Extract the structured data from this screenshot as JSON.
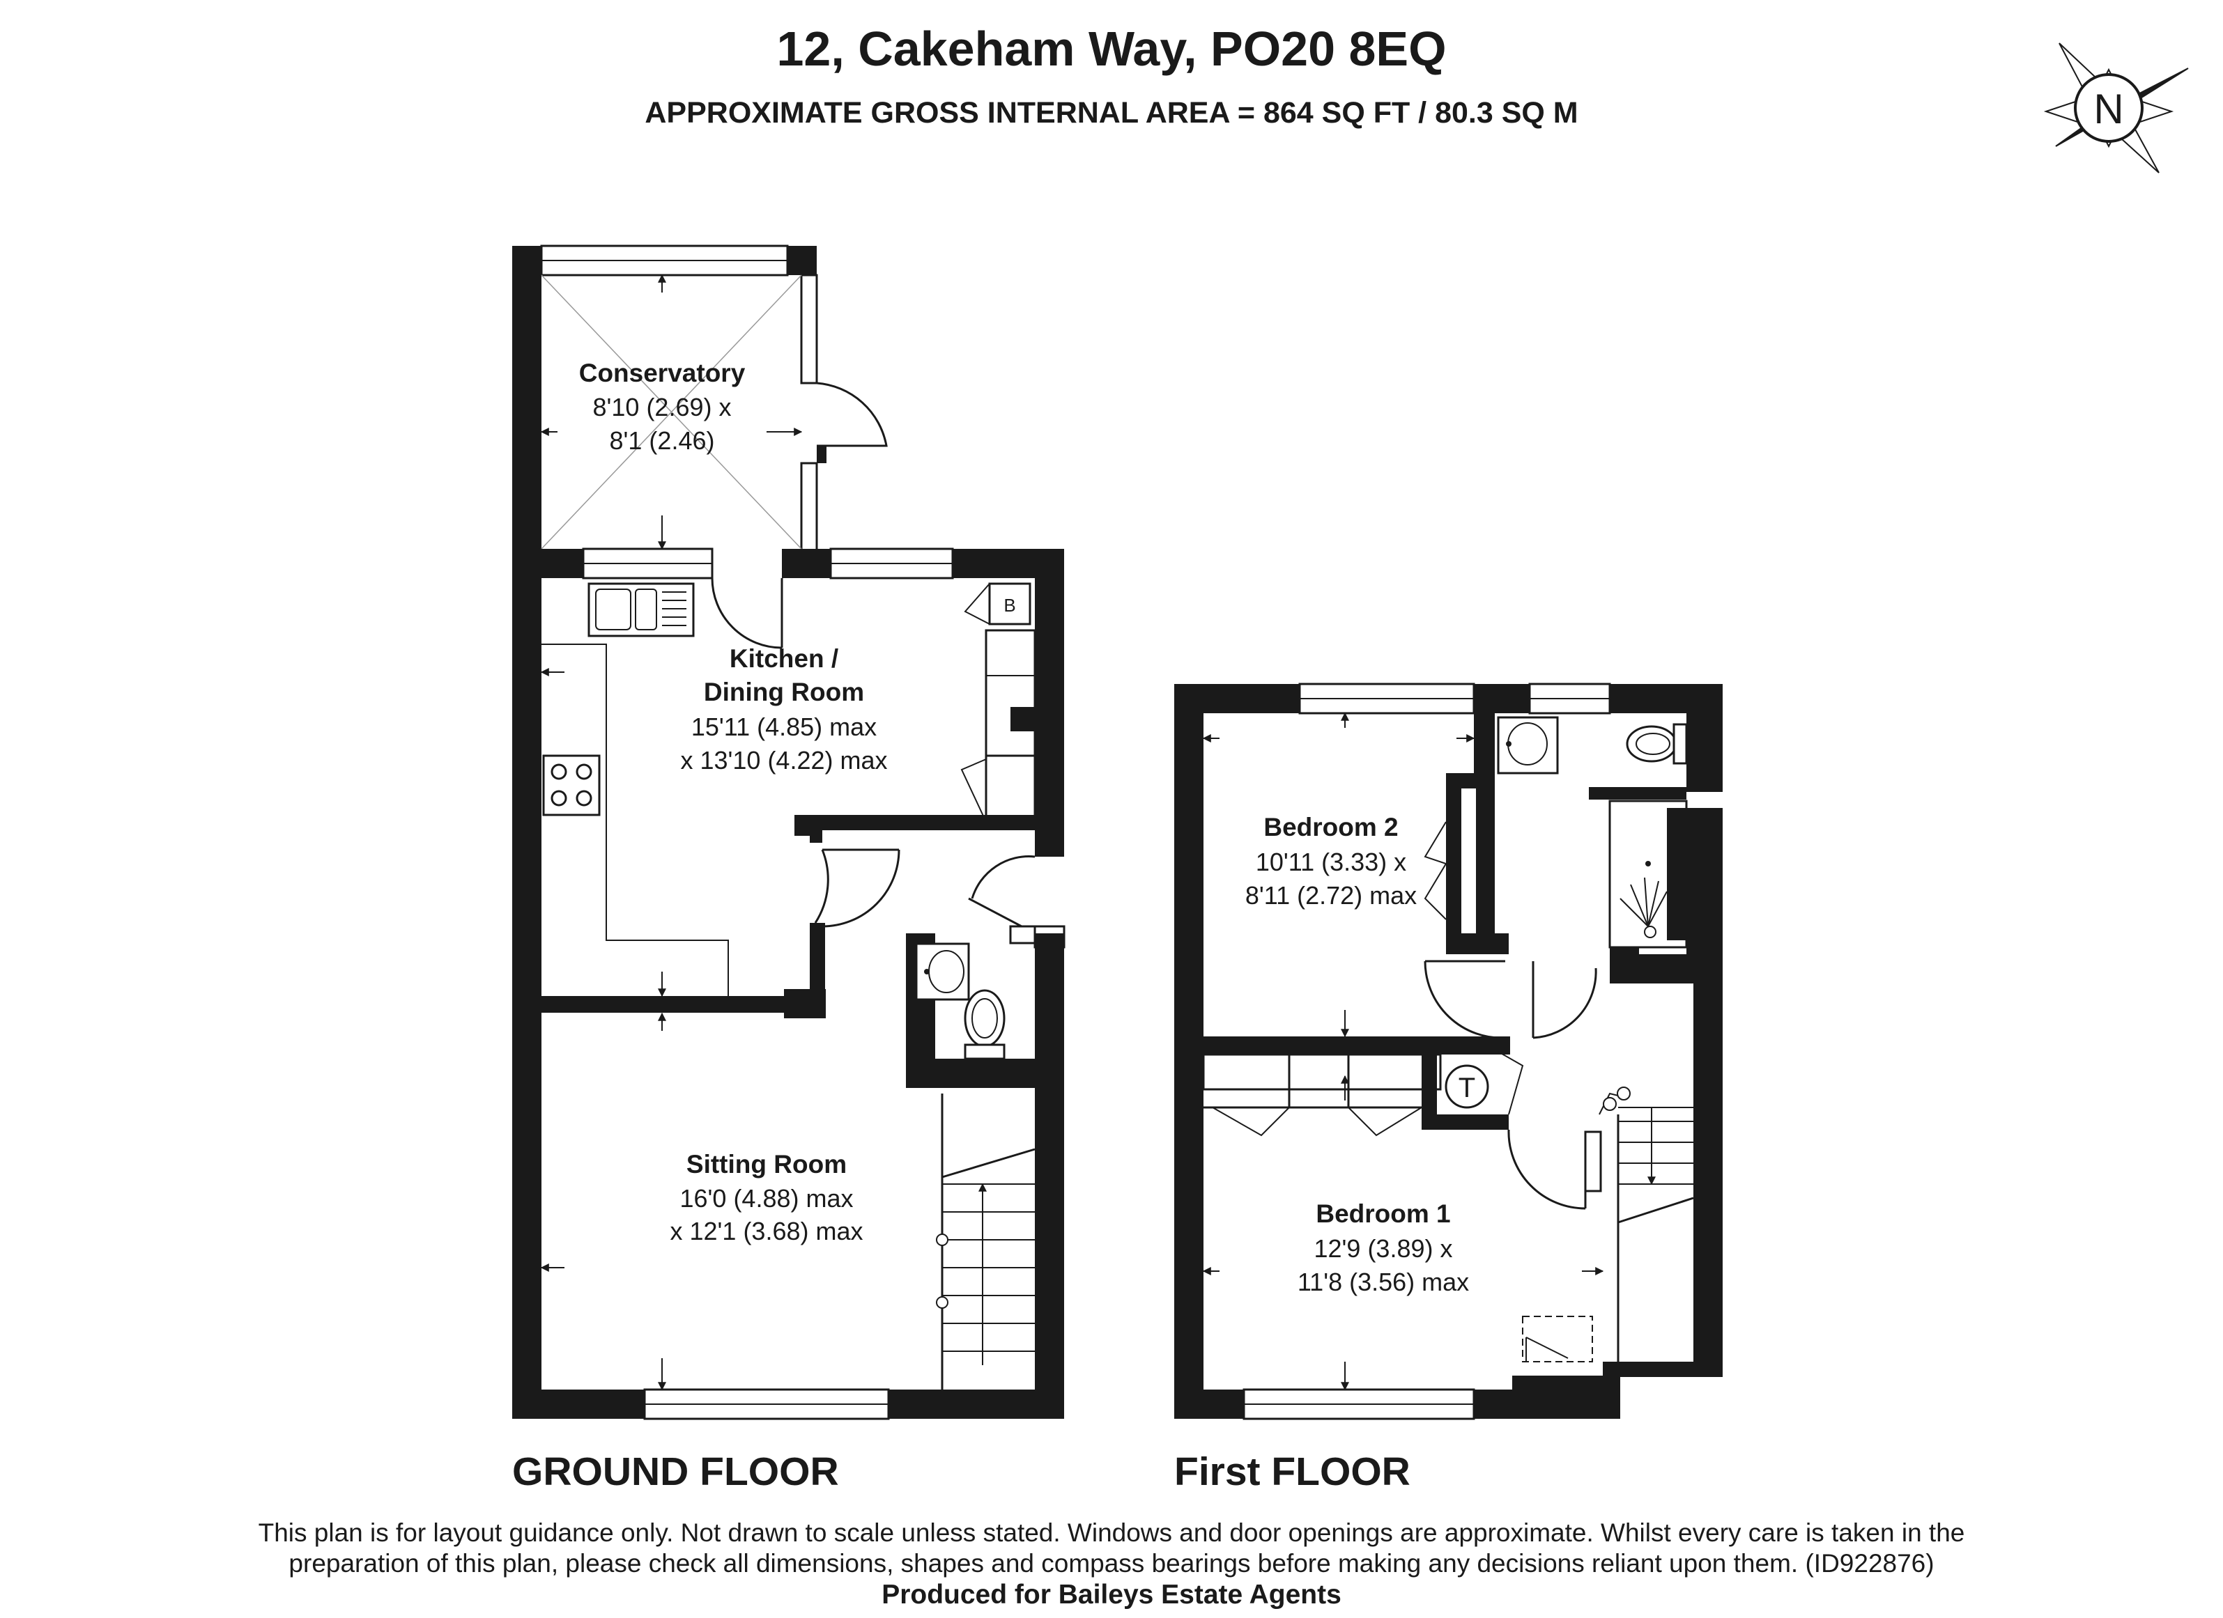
{
  "header": {
    "address": "12, Cakeham Way, PO20 8EQ",
    "area": "APPROXIMATE GROSS INTERNAL AREA = 864 SQ FT / 80.3 SQ M"
  },
  "compass": {
    "letter": "N"
  },
  "ground_floor": {
    "label": "GROUND FLOOR",
    "rooms": {
      "conservatory": {
        "name": "Conservatory",
        "dim1": "8'10 (2.69) x",
        "dim2": "8'1 (2.46)"
      },
      "kitchen": {
        "name1": "Kitchen /",
        "name2": "Dining Room",
        "dim1": "15'11 (4.85) max",
        "dim2": "x 13'10 (4.22) max"
      },
      "sitting": {
        "name": "Sitting Room",
        "dim1": "16'0 (4.88) max",
        "dim2": "x 12'1 (3.68) max"
      }
    },
    "boiler_label": "B"
  },
  "first_floor": {
    "label": "First FLOOR",
    "rooms": {
      "bedroom2": {
        "name": "Bedroom 2",
        "dim1": "10'11 (3.33) x",
        "dim2": "8'11 (2.72) max"
      },
      "bedroom1": {
        "name": "Bedroom 1",
        "dim1": "12'9 (3.89) x",
        "dim2": "11'8 (3.56) max"
      }
    },
    "tank_label": "T"
  },
  "footer": {
    "disclaimer_line1": "This plan is for layout guidance only. Not drawn to scale unless stated. Windows and door openings are approximate. Whilst every care is taken in the",
    "disclaimer_line2": "preparation of this plan, please check all dimensions, shapes and compass bearings before making any decisions reliant upon them. (ID922876)",
    "produced": "Produced for Baileys Estate Agents"
  }
}
